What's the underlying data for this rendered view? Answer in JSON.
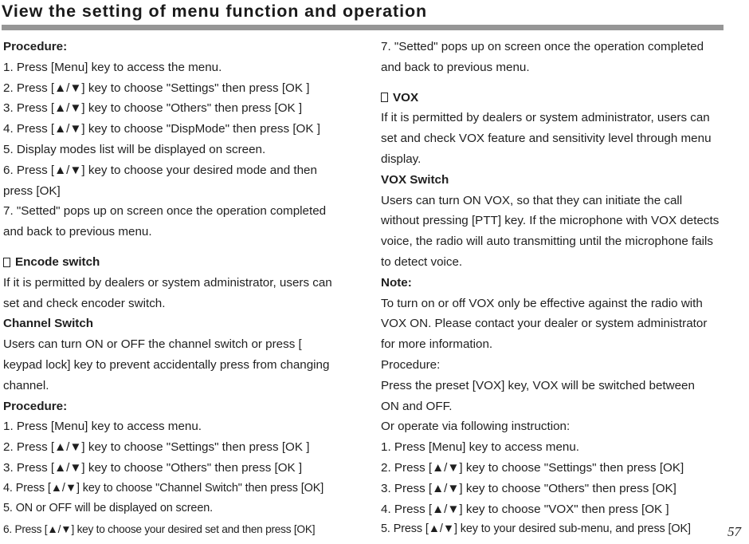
{
  "document": {
    "title": "View the setting of menu function and operation",
    "page_number": "57",
    "rule_color": "#969696",
    "text_color": "#1f1f1f",
    "background_color": "#ffffff"
  },
  "left_column": {
    "blocks": [
      {
        "heading": "Procedure:",
        "lines": [
          "1. Press [Menu] key to access the menu.",
          "2. Press [▲/▼] key to choose \"Settings\" then press [OK ]",
          "3. Press [▲/▼] key to choose \"Others\" then press [OK ]",
          "4. Press [▲/▼] key to choose \"DispMode\" then press [OK ]",
          "5. Display modes list will be displayed on screen.",
          "6. Press [▲/▼] key to choose your desired mode and then",
          "press [OK]",
          "7. \"Setted\" pops up on screen once the operation completed",
          "and back to previous menu."
        ]
      },
      {
        "bullet_heading": "Encode switch",
        "bullet_icon": "hollow-square-icon",
        "body": [
          "If it is permitted by dealers or system administrator, users can",
          "set and check encoder switch."
        ],
        "subheading": "Channel Switch",
        "body2": [
          "Users can turn ON or OFF the channel switch or press [",
          "keypad lock]  key to prevent accidentally press from changing",
          "channel."
        ],
        "procedure_heading": "Procedure:",
        "procedure": [
          "1. Press [Menu] key to access menu.",
          "2. Press [▲/▼] key to choose \"Settings\" then press [OK ]",
          "3. Press [▲/▼] key to choose \"Others\" then press [OK ]",
          "4. Press [▲/▼] key to choose \"Channel Switch\" then press [OK]",
          "5. ON or OFF will be displayed on screen.",
          "6. Press [▲/▼] key to choose your desired set and then press [OK]"
        ]
      }
    ]
  },
  "right_column": {
    "intro": [
      "7. \"Setted\" pops up on screen once the operation completed",
      "and back to previous menu."
    ],
    "bullet_heading": "VOX",
    "bullet_icon": "hollow-square-icon",
    "body": [
      "If it is permitted by dealers or system administrator, users can",
      "set and check VOX feature and sensitivity level through menu",
      "display."
    ],
    "subheading": "VOX Switch",
    "body2": [
      "Users can turn ON VOX, so that they can initiate the call",
      "without pressing [PTT] key. If the microphone with VOX detects",
      "voice, the radio will auto transmitting until the microphone fails",
      "to detect voice."
    ],
    "note_heading": "Note:",
    "note_body": [
      "To turn on or off VOX only be effective against the radio with",
      "VOX ON. Please contact your dealer or system administrator",
      "for more information."
    ],
    "procedure_heading": "Procedure:",
    "procedure_intro": [
      "Press the preset [VOX] key, VOX will be switched between",
      "ON and OFF.",
      "Or operate via following instruction:"
    ],
    "procedure": [
      "1. Press [Menu] key to access menu.",
      "2. Press [▲/▼] key to choose \"Settings\" then press [OK]",
      "3. Press [▲/▼] key to choose \"Others\" then press [OK]",
      "4. Press [▲/▼] key to choose \"VOX\" then press [OK ]",
      "5. Press [▲/▼] key to your desired sub-menu, and press [OK]"
    ]
  }
}
